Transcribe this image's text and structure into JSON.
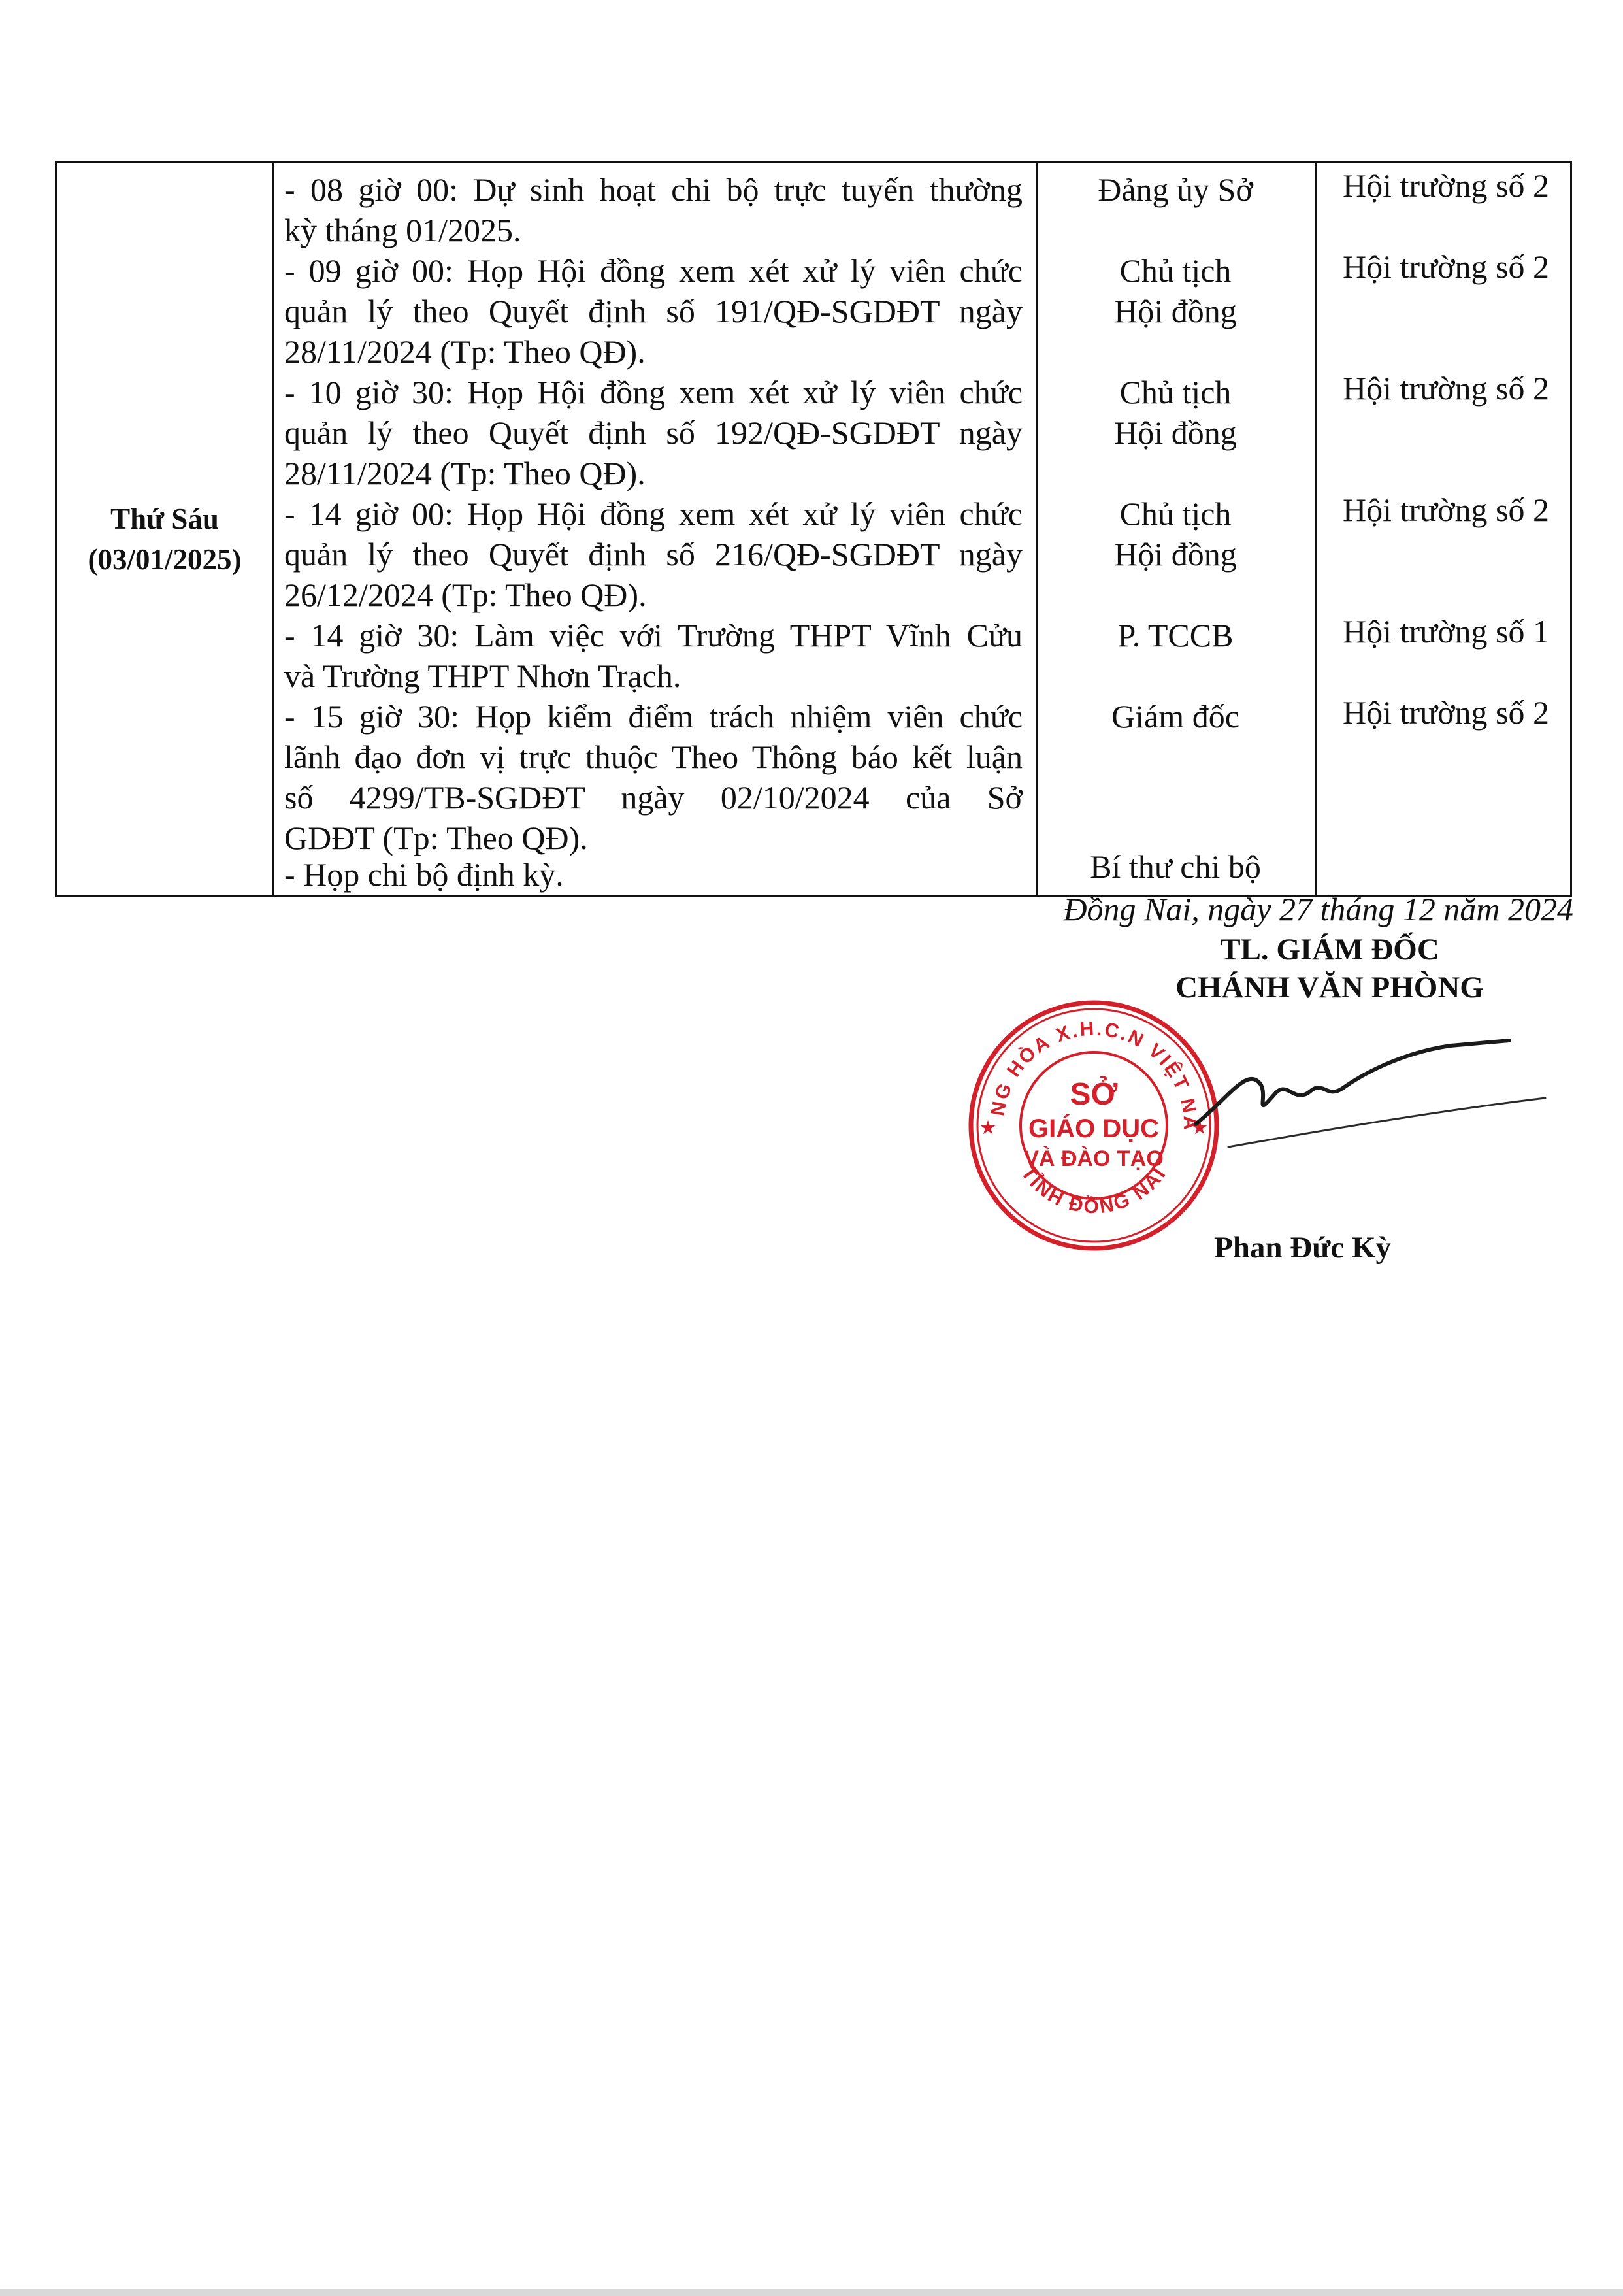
{
  "schedule": {
    "day": "Thứ Sáu",
    "date": "(03/01/2025)",
    "desc_lines": [
      "- 08 giờ 00: Dự sinh hoạt chi bộ trực tuyến thường",
      "kỳ tháng 01/2025.",
      "- 09 giờ 00: Họp Hội đồng xem xét xử lý viên chức",
      "quản lý theo Quyết định số 191/QĐ-SGDĐT ngày",
      "28/11/2024 (Tp: Theo QĐ).",
      "- 10 giờ 30: Họp Hội đồng xem xét xử lý viên chức",
      "quản lý theo Quyết định số 192/QĐ-SGDĐT ngày",
      "28/11/2024 (Tp: Theo QĐ).",
      " - 14 giờ 00: Họp Hội đồng xem xét xử lý viên chức",
      "quản lý theo Quyết định số 216/QĐ-SGDĐT ngày",
      "26/12/2024 (Tp: Theo QĐ).",
      "- 14 giờ 30: Làm việc với Trường THPT Vĩnh Cửu",
      "và Trường THPT Nhơn Trạch.",
      "- 15 giờ 30: Họp kiểm điểm trách nhiệm viên chức",
      "lãnh đạo đơn vị trực thuộc Theo Thông báo kết luận",
      "số 4299/TB-SGDĐT ngày 02/10/2024 của Sở",
      "GDĐT (Tp: Theo QĐ).",
      "- Họp chi bộ định kỳ."
    ],
    "presider_lines": [
      "Đảng ủy Sở",
      "Chủ tịch",
      "Hội đồng",
      "Chủ tịch",
      "Hội đồng",
      "Chủ tịch",
      "Hội đồng",
      "P. TCCB",
      "Giám đốc",
      "Bí thư chi bộ"
    ],
    "location_lines": [
      "Hội trường số 2",
      "Hội trường số 2",
      "Hội trường số 2",
      "Hội trường số 2",
      "Hội trường số 1",
      "Hội trường số 2"
    ]
  },
  "signature": {
    "place_date": "Đồng Nai, ngày 27  tháng 12  năm 2024",
    "title_1": "TL. GIÁM ĐỐC",
    "title_2": "CHÁNH VĂN PHÒNG",
    "signer_name": "Phan Đức Kỳ"
  },
  "seal": {
    "ring_text": "CỘNG HÒA X.H.C.N VIỆT NAM",
    "bottom_text": "TỈNH ĐỒNG NAI",
    "center_line_1": "SỞ",
    "center_line_2": "GIÁO DỤC",
    "center_line_3": "VÀ ĐÀO TẠO",
    "color": "#d4202a"
  }
}
